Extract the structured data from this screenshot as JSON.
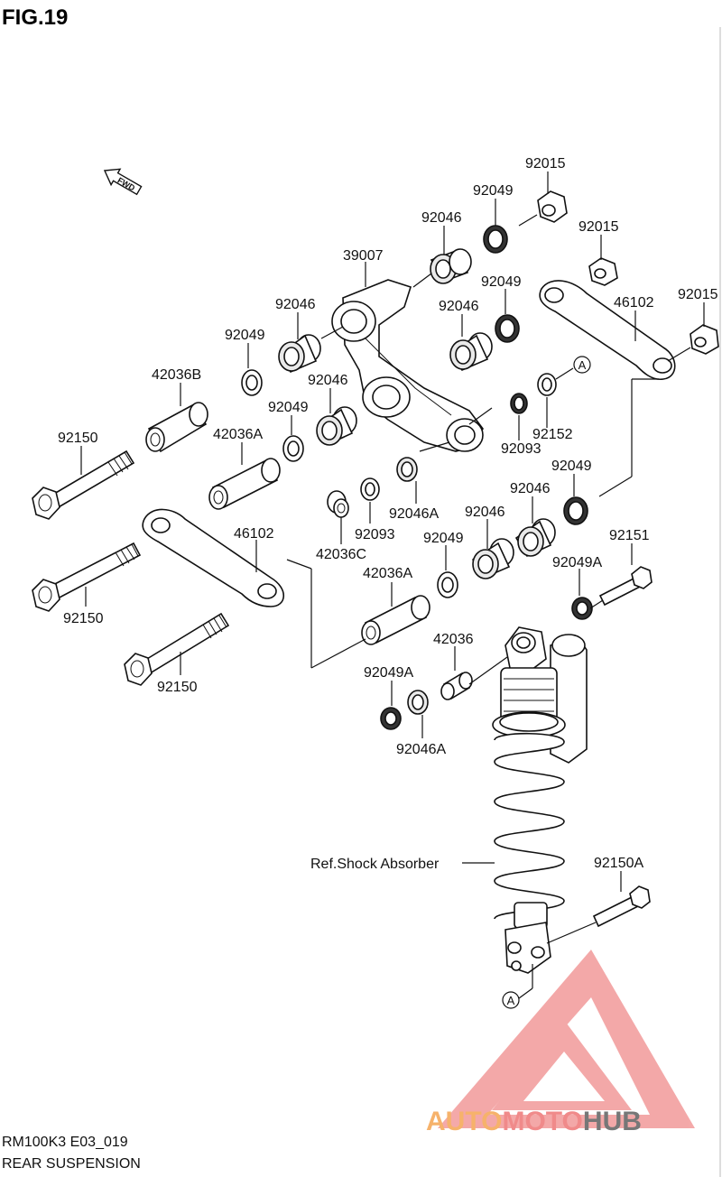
{
  "figure": {
    "title": "FIG.19",
    "model_code": "RM100K3 E03_019",
    "section_title": "REAR SUSPENSION",
    "fwd_label": "FWD",
    "shock_reference": "Ref.Shock Absorber",
    "connector_mark": "A"
  },
  "watermark": {
    "part1": "AUTO",
    "part2": "MOTO",
    "part3": "HUB",
    "color_auto": "#f6b26b",
    "color_moto": "#f08a8a",
    "color_hub": "#777777",
    "logo_color": "#f29a9a"
  },
  "callouts": [
    {
      "id": "c1",
      "number": "92015"
    },
    {
      "id": "c2",
      "number": "92049"
    },
    {
      "id": "c3",
      "number": "92046"
    },
    {
      "id": "c4",
      "number": "92015"
    },
    {
      "id": "c5",
      "number": "39007"
    },
    {
      "id": "c6",
      "number": "92049"
    },
    {
      "id": "c7",
      "number": "92015"
    },
    {
      "id": "c8",
      "number": "46102"
    },
    {
      "id": "c9",
      "number": "92046"
    },
    {
      "id": "c10",
      "number": "92046"
    },
    {
      "id": "c11",
      "number": "92049"
    },
    {
      "id": "c12",
      "number": "42036B"
    },
    {
      "id": "c13",
      "number": "92046"
    },
    {
      "id": "c14",
      "number": "92049"
    },
    {
      "id": "c15",
      "number": "92152"
    },
    {
      "id": "c16",
      "number": "92093"
    },
    {
      "id": "c17",
      "number": "92150"
    },
    {
      "id": "c18",
      "number": "42036A"
    },
    {
      "id": "c19",
      "number": "92049"
    },
    {
      "id": "c20",
      "number": "92046"
    },
    {
      "id": "c21",
      "number": "92046A"
    },
    {
      "id": "c22",
      "number": "92093"
    },
    {
      "id": "c23",
      "number": "42036C"
    },
    {
      "id": "c24",
      "number": "46102"
    },
    {
      "id": "c25",
      "number": "92046"
    },
    {
      "id": "c26",
      "number": "92049"
    },
    {
      "id": "c27",
      "number": "92151"
    },
    {
      "id": "c28",
      "number": "42036A"
    },
    {
      "id": "c29",
      "number": "92049A"
    },
    {
      "id": "c30",
      "number": "92150"
    },
    {
      "id": "c31",
      "number": "42036"
    },
    {
      "id": "c32",
      "number": "92150"
    },
    {
      "id": "c33",
      "number": "92049A"
    },
    {
      "id": "c34",
      "number": "92046A"
    },
    {
      "id": "c35",
      "number": "92150A"
    }
  ]
}
